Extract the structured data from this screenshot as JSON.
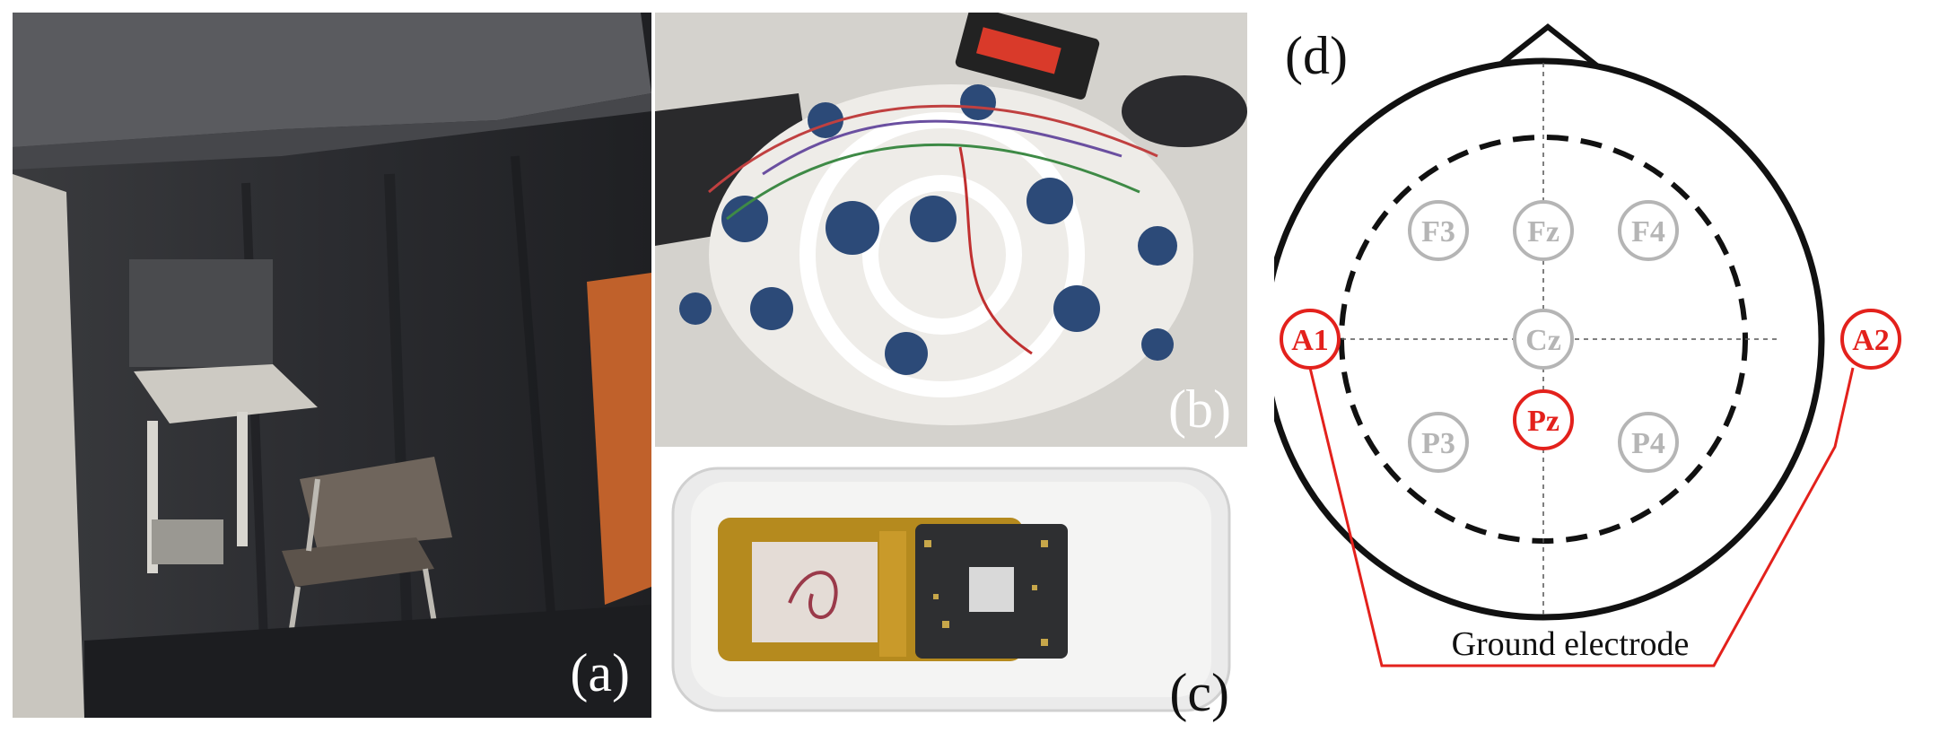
{
  "panels": {
    "a": {
      "label": "(a)"
    },
    "b": {
      "label": "(b)"
    },
    "c": {
      "label": "(c)"
    },
    "d": {
      "label": "(d)"
    }
  },
  "electrodes": {
    "F3": "F3",
    "Fz": "Fz",
    "F4": "F4",
    "Cz": "Cz",
    "P3": "P3",
    "Pz": "Pz",
    "P4": "P4",
    "A1": "A1",
    "A2": "A2"
  },
  "ground_label": "Ground electrode",
  "colors": {
    "active": "#e3211c",
    "inactive": "#b5b5b5",
    "outline": "#111111"
  }
}
